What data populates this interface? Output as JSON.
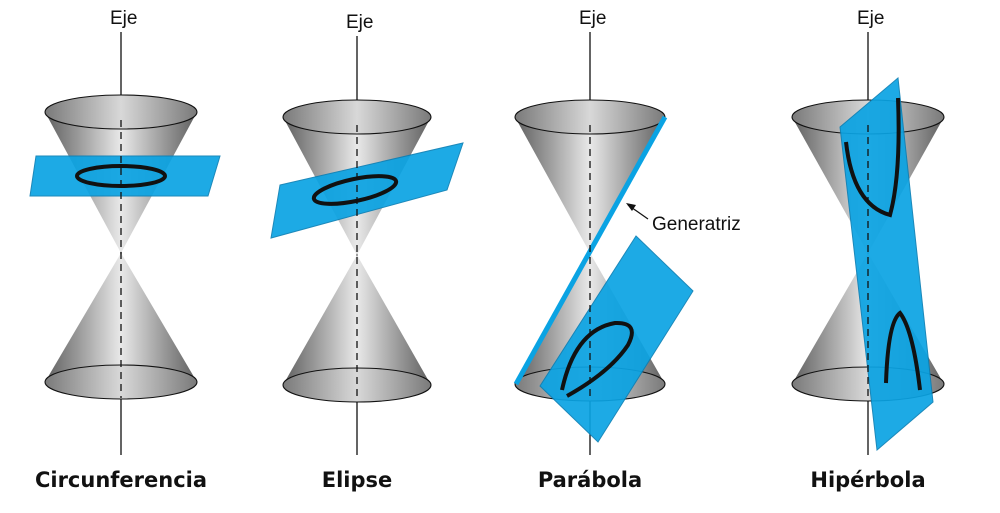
{
  "panels": [
    {
      "title": "Circunferencia",
      "axis_label": "Eje"
    },
    {
      "title": "Elipse",
      "axis_label": "Eje"
    },
    {
      "title": "Parábola",
      "axis_label": "Eje"
    },
    {
      "title": "Hipérbola",
      "axis_label": "Eje"
    }
  ],
  "callout": {
    "label": "Generatriz"
  },
  "colors": {
    "plane": "#0aa3e3",
    "plane_edge": "#0a7fb5",
    "curve": "#111111",
    "cone_dark": "#6e6e6e",
    "cone_light": "#e4e4e4"
  }
}
